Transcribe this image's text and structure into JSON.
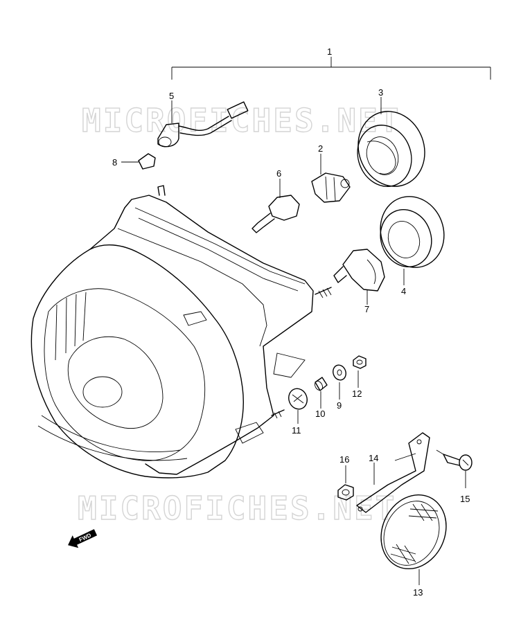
{
  "watermark": {
    "top": "MICROFICHES.NET",
    "bottom": "MICROFICHES.NET"
  },
  "direction_arrow": {
    "label": "FWD"
  },
  "callouts": {
    "c1": "1",
    "c2": "2",
    "c3": "3",
    "c4": "4",
    "c5": "5",
    "c6": "6",
    "c7": "7",
    "c8": "8",
    "c9": "9",
    "c10": "10",
    "c11": "11",
    "c12": "12",
    "c13": "13",
    "c14": "14",
    "c15": "15",
    "c16": "16"
  },
  "colors": {
    "line": "#000000",
    "watermark": "#d4d4d4",
    "background": "#ffffff"
  }
}
